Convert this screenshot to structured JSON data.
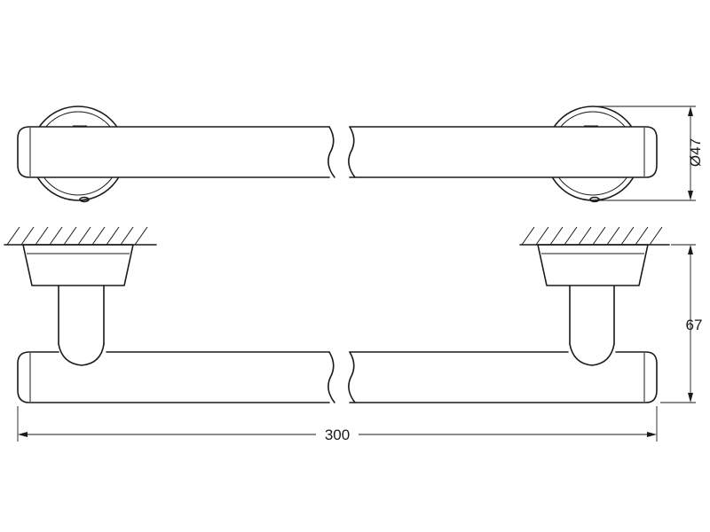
{
  "drawing": {
    "dimensions": {
      "diameter": "Ø47",
      "projection": "67",
      "length": "300"
    },
    "colors": {
      "line": "#1a1a1a",
      "background": "#ffffff"
    }
  }
}
